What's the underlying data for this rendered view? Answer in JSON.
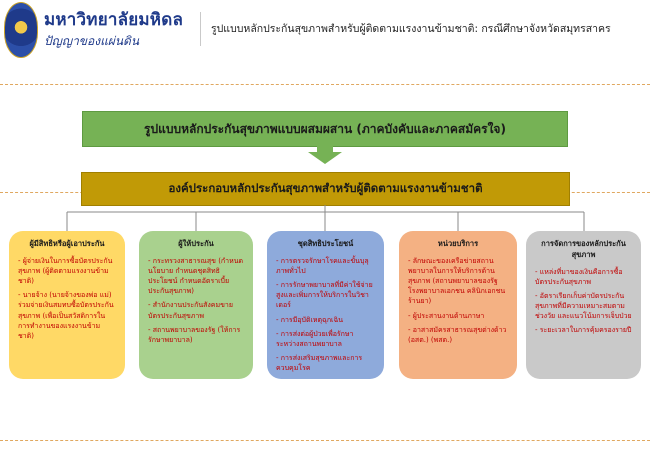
{
  "header": {
    "university_name": "มหาวิทยาลัยมหิดล",
    "motto": "ปัญญาของแผ่นดิน",
    "title": "รูปแบบหลักประกันสุขภาพสำหรับผู้ติดตามแรงงานข้ามชาติ: กรณีศึกษาจังหวัดสมุทรสาคร"
  },
  "diagram": {
    "top_banner": "รูปแบบหลักประกันสุขภาพแบบผสมผสาน (ภาคบังคับและภาคสมัครใจ)",
    "middle_banner": "องค์ประกอบหลักประกันสุขภาพสำหรับผู้ติดตามแรงงานข้ามชาติ",
    "colors": {
      "top_banner": "#76b255",
      "middle_banner": "#c19a06",
      "arrow": "#76b255",
      "box_text": "#c00000"
    },
    "boxes": [
      {
        "title": "ผู้มีสิทธิหรือผู้เอาประกัน",
        "color": "#ffd966",
        "items": [
          "ผู้จ่ายเงินในการซื้อบัตรประกันสุขภาพ (ผู้ติดตามแรงงานข้ามชาติ)",
          "นายจ้าง (นายจ้างของพ่อ แม่) ร่วมจ่ายเงินสมทบซื้อบัตรประกันสุขภาพ (เพื่อเป็นสวัสดิการในการทำงานของแรงงานข้ามชาติ)"
        ]
      },
      {
        "title": "ผู้ให้ประกัน",
        "color": "#a9d18e",
        "items": [
          "กระทรวงสาธารณสุข (กำหนดนโยบาย กำหนดชุดสิทธิประโยชน์ กำหนดอัตราเบี้ยประกันสุขภาพ)",
          "สำนักงานประกันสังคมขายบัตรประกันสุขภาพ",
          "สถานพยาบาลของรัฐ (ให้การรักษาพยาบาล)"
        ]
      },
      {
        "title": "ชุดสิทธิประโยชน์",
        "color": "#8eaadb",
        "items": [
          "การตรวจรักษาโรคและขั้นบุลุภาพทั่วไป",
          "การรักษาพยาบาลที่มีค่าใช้จ่ายสูงและเพิ่มการให้บริการในวิชาเดอร์",
          "การมีอุบัติเหตุฉุกเฉิน",
          "การส่งต่อผู้ป่วยเพื่อรักษาระหว่างสถานพยาบาล",
          "การส่งเสริมสุขภาพและการควบคุมโรค"
        ]
      },
      {
        "title": "หน่วยบริการ",
        "color": "#f4b183",
        "items": [
          "ลักษณะของเครือข่ายสถานพยาบาลในการให้บริการด้านสุขภาพ (สถานพยาบาลของรัฐ โรงพยาบาลเอกชน คลินิกเอกชน ร้านยา)",
          "ผู้ประสานงานด้านภาษา",
          "อาสาสมัครสาธารณสุขต่างด้าว (อสต.) (พสต.)"
        ]
      },
      {
        "title": "การจัดการของหลักประกันสุขภาพ",
        "color": "#c9c9c9",
        "items": [
          "แหล่งที่มาของเงินคือการซื้อบัตรประกันสุขภาพ",
          "อัตราเรียกเก็บค่าบัตรประกันสุขภาพที่มีความเหมาะสมตามช่วงวัย และแนวโน้มการเจ็บป่วย",
          "ระยะเวลาในการคุ้มครองรายปี"
        ]
      }
    ]
  }
}
